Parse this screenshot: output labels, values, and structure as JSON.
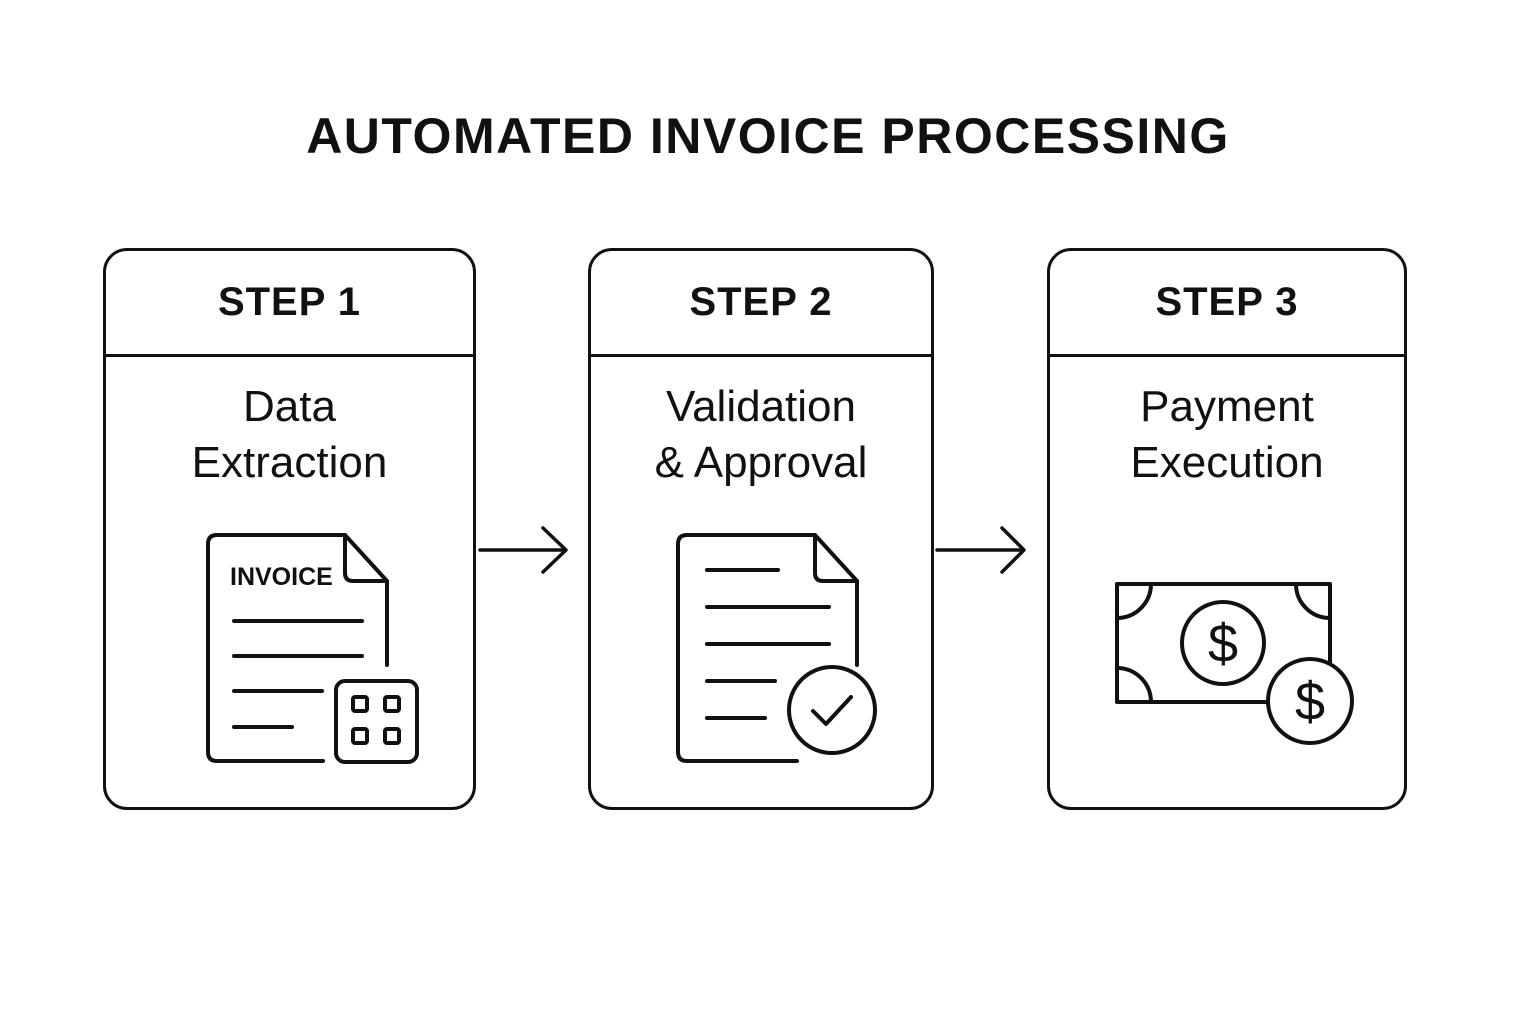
{
  "title": "AUTOMATED INVOICE PROCESSING",
  "steps": [
    {
      "label": "STEP 1",
      "line1": "Data",
      "line2": "Extraction",
      "icon": "invoice-document-icon",
      "icon_text": "INVOICE"
    },
    {
      "label": "STEP 2",
      "line1": "Validation",
      "line2": "& Approval",
      "icon": "document-check-icon"
    },
    {
      "label": "STEP 3",
      "line1": "Payment",
      "line2": "Execution",
      "icon": "money-bill-icon",
      "icon_text": "$"
    }
  ],
  "colors": {
    "stroke": "#111111",
    "background": "#ffffff"
  }
}
